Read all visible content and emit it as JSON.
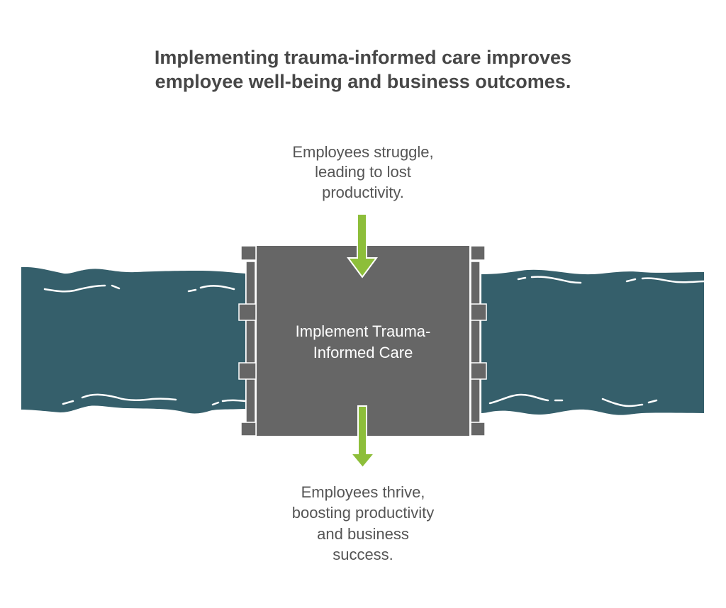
{
  "title": {
    "lines": [
      "Implementing trauma-informed care improves",
      "employee well-being and business outcomes."
    ]
  },
  "input_label": {
    "lines": [
      "Employees struggle,",
      "leading to lost",
      "productivity."
    ]
  },
  "bridge": {
    "lines": [
      "Implement Trauma-",
      "Informed Care"
    ]
  },
  "output_label": {
    "lines": [
      "Employees thrive,",
      "boosting productivity",
      "and business",
      "success."
    ]
  },
  "colors": {
    "river": "#355F6B",
    "bridge": "#666666",
    "arrow": "#8DBE3A",
    "text": "#555555",
    "title": "#474747"
  }
}
